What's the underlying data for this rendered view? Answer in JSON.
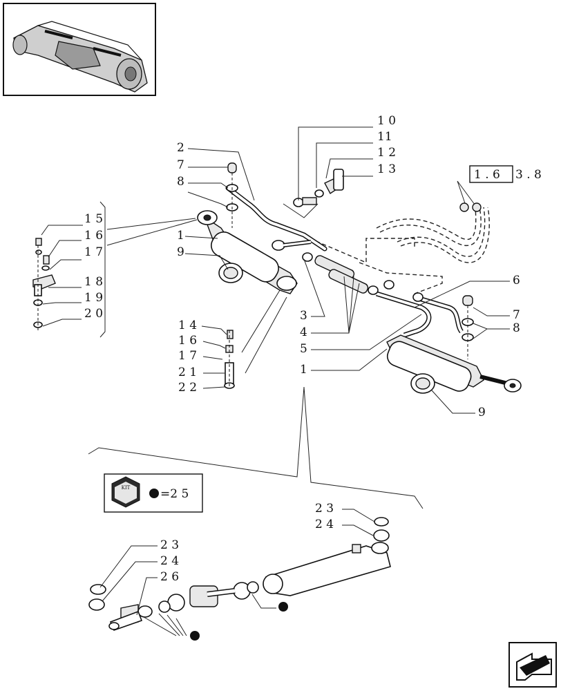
{
  "ref_box": {
    "a": "1 . 6",
    "b": "3 . 8"
  },
  "kit": {
    "logo_text": "KIT",
    "equation": "=2 5"
  },
  "labels": {
    "l1a": "1",
    "l1b": "1",
    "l2": "2",
    "l3": "3",
    "l4": "4",
    "l5": "5",
    "l6": "6",
    "l7a": "7",
    "l7b": "7",
    "l8a": "8",
    "l8b": "8",
    "l9a": "9",
    "l9b": "9",
    "l10": "1 0",
    "l11": "11",
    "l12": "1 2",
    "l13": "1 3",
    "l14": "1 4",
    "l15": "1 5",
    "l16a": "1 6",
    "l16b": "1 6",
    "l17a": "1 7",
    "l17b": "1 7",
    "l18": "1 8",
    "l19": "1 9",
    "l20": "2 0",
    "l21": "2 1",
    "l22": "2 2",
    "l23a": "2 3",
    "l23b": "2 3",
    "l24a": "2 4",
    "l24b": "2 4",
    "l26": "2 6"
  },
  "icons": {
    "thumbnail": "axle-thumbnail-icon",
    "kit": "kit-cube-icon",
    "nav": "next-page-arrow-icon"
  },
  "colors": {
    "ink": "#111111",
    "background": "#ffffff"
  }
}
